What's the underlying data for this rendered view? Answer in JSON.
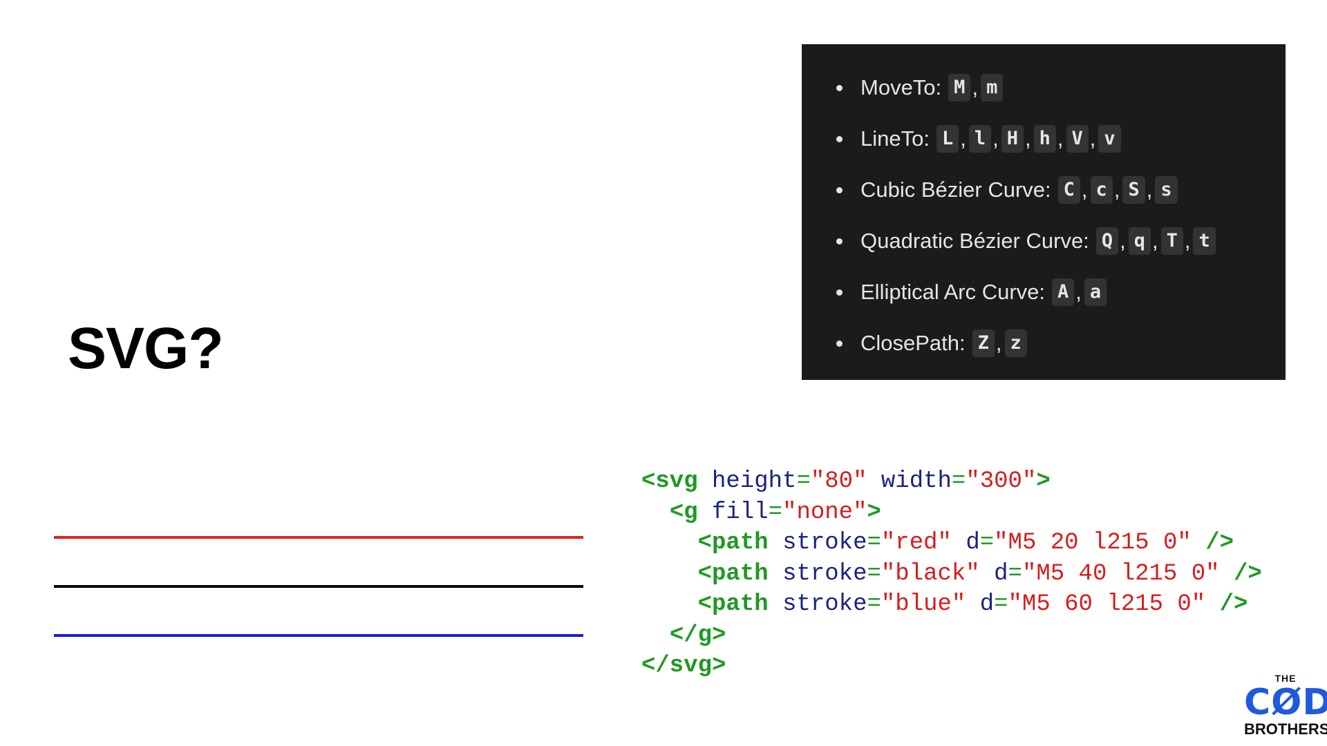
{
  "slide": {
    "title": "SVG?"
  },
  "commands": [
    {
      "label": "MoveTo:",
      "codes": [
        "M",
        "m"
      ]
    },
    {
      "label": "LineTo:",
      "codes": [
        "L",
        "l",
        "H",
        "h",
        "V",
        "v"
      ]
    },
    {
      "label": "Cubic Bézier Curve:",
      "codes": [
        "C",
        "c",
        "S",
        "s"
      ]
    },
    {
      "label": "Quadratic Bézier Curve:",
      "codes": [
        "Q",
        "q",
        "T",
        "t"
      ]
    },
    {
      "label": "Elliptical Arc Curve:",
      "codes": [
        "A",
        "a"
      ]
    },
    {
      "label": "ClosePath:",
      "codes": [
        "Z",
        "z"
      ]
    }
  ],
  "demo_lines": [
    {
      "stroke": "#e02020"
    },
    {
      "stroke": "#000000"
    },
    {
      "stroke": "#1a1ad6"
    }
  ],
  "code": {
    "line1": {
      "open": "<svg",
      "a1": "height",
      "v1": "\"80\"",
      "a2": "width",
      "v2": "\"300\"",
      "close": ">"
    },
    "line2": {
      "open": "<g",
      "a1": "fill",
      "v1": "\"none\"",
      "close": ">"
    },
    "line3": {
      "open": "<path",
      "a1": "stroke",
      "v1": "\"red\"",
      "a2": "d",
      "v2": "\"M5 20 l215 0\"",
      "close": "/>"
    },
    "line4": {
      "open": "<path",
      "a1": "stroke",
      "v1": "\"black\"",
      "a2": "d",
      "v2": "\"M5 40 l215 0\"",
      "close": "/>"
    },
    "line5": {
      "open": "<path",
      "a1": "stroke",
      "v1": "\"blue\"",
      "a2": "d",
      "v2": "\"M5 60 l215 0\"",
      "close": "/>"
    },
    "line6": {
      "text": "</g>"
    },
    "line7": {
      "text": "</svg>"
    }
  },
  "logo": {
    "the": "THE",
    "code": "CØDE",
    "brothers": "BROTHERS"
  },
  "colors": {
    "panel_bg": "#1b1b1b",
    "tag": "#1f9a22",
    "attr": "#1a237e",
    "value": "#d81b1b",
    "logo_blue": "#1e5bdb"
  }
}
